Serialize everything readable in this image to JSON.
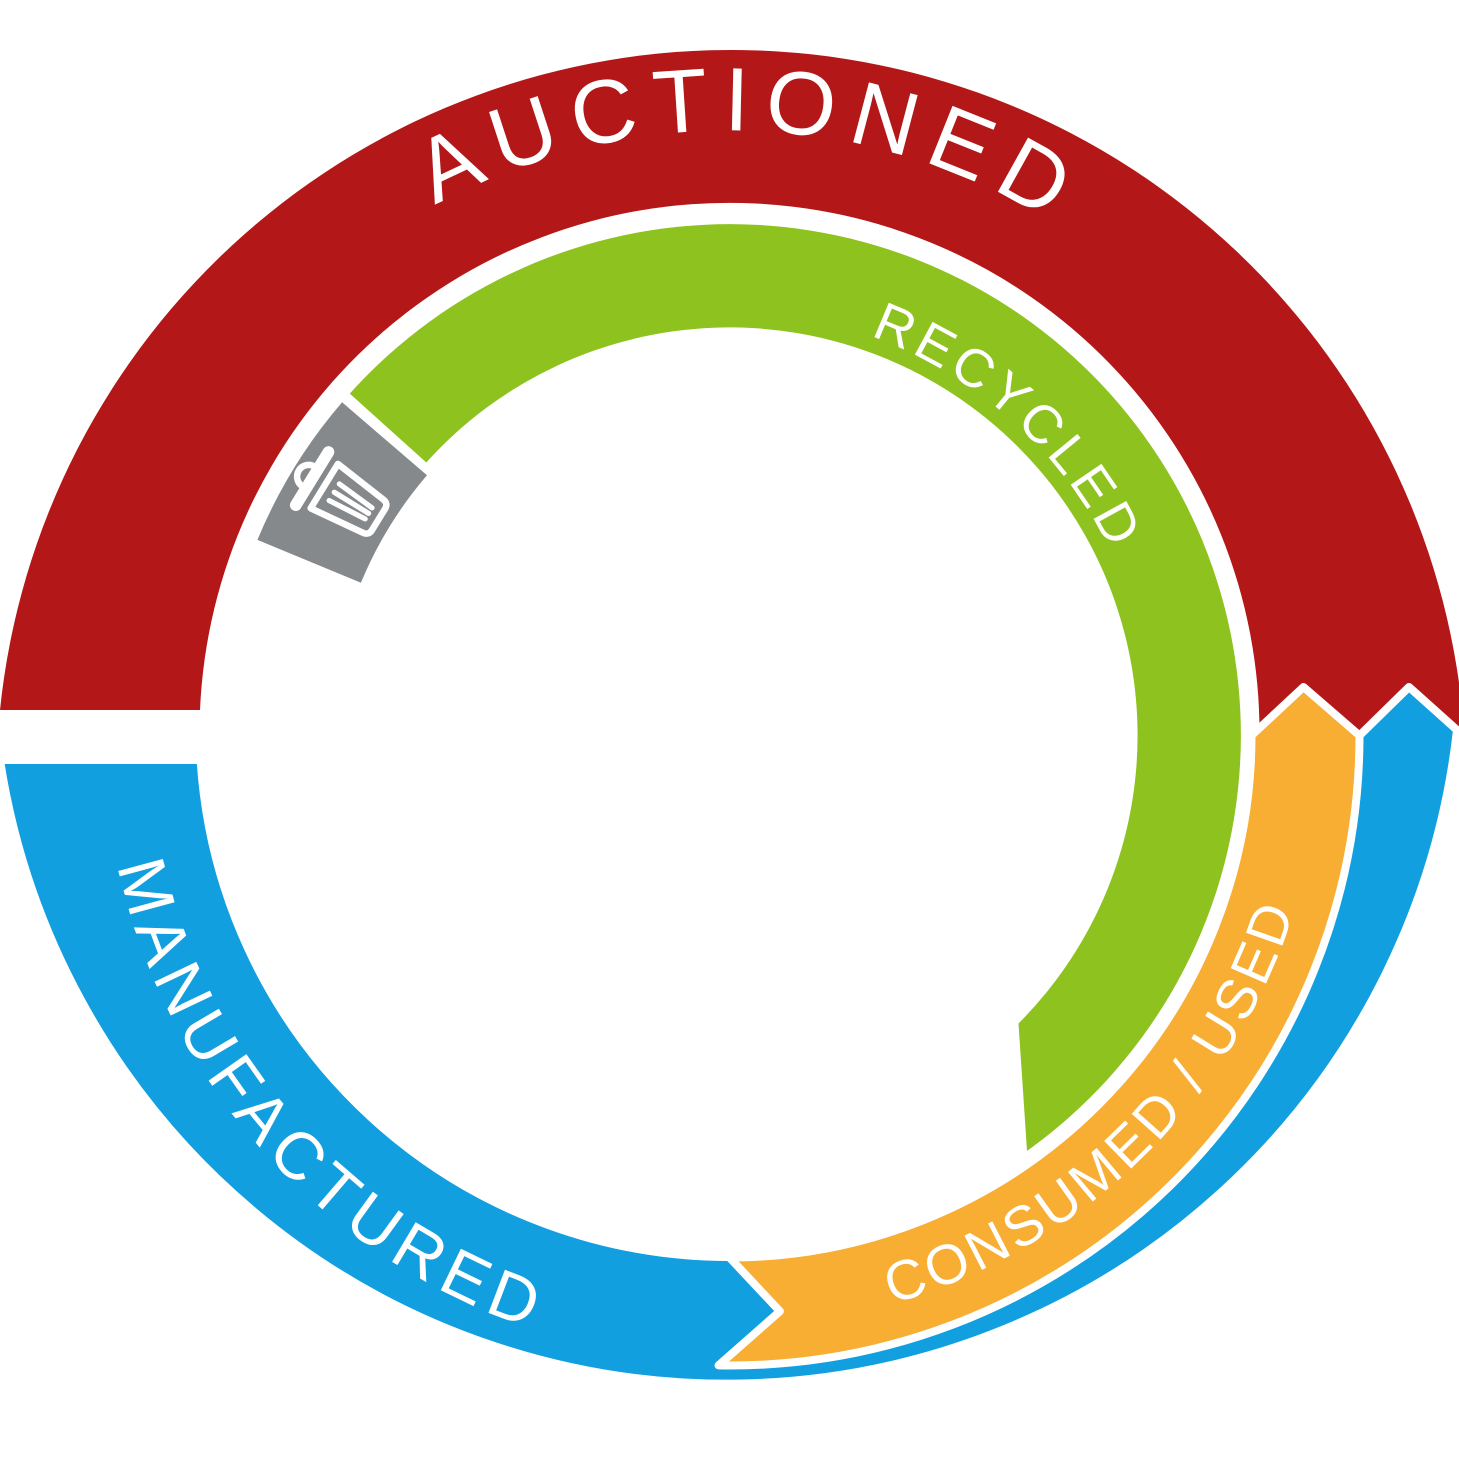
{
  "diagram": {
    "kind": "lifecycle-cycle-ring",
    "background": "#ffffff",
    "label_color": "#ffffff",
    "outer_ring": {
      "auctioned": {
        "label": "AUCTIONED",
        "color": "#b41718"
      },
      "manufactured": {
        "label": "MANUFACTURED",
        "color": "#119fe0"
      }
    },
    "inner_ring": {
      "recycled": {
        "label": "RECYCLED",
        "color": "#8dc21f"
      },
      "consumed_used": {
        "label": "CONSUMED / USED",
        "color": "#f8ad33"
      },
      "waste": {
        "label": "",
        "color": "#86898c",
        "icon": "trash-icon"
      }
    }
  }
}
